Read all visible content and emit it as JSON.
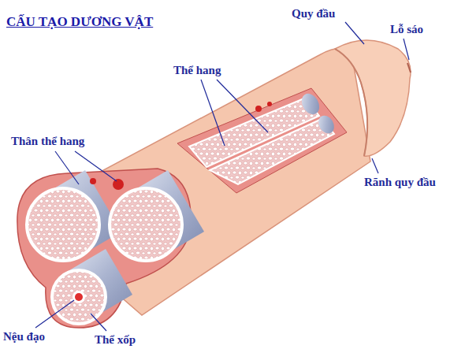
{
  "diagram": {
    "title": "CẤU TẠO DƯƠNG VẬT",
    "labels": [
      "Quy đầu",
      "Lỗ sáo",
      "Thể hang",
      "Thân thể hang",
      "Rãnh quy đầu",
      "Nệu đạo",
      "Thể xốp"
    ]
  }
}
